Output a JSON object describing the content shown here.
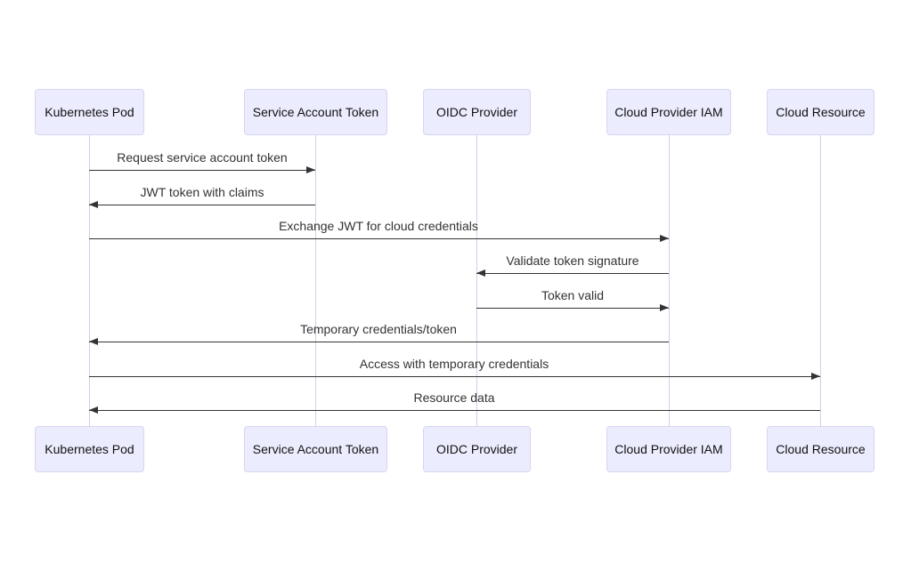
{
  "diagram_type": "sequence-diagram",
  "actors": [
    {
      "id": "kubernetes-pod",
      "label": "Kubernetes Pod"
    },
    {
      "id": "service-account-token",
      "label": "Service Account Token"
    },
    {
      "id": "oidc-provider",
      "label": "OIDC Provider"
    },
    {
      "id": "cloud-provider-iam",
      "label": "Cloud Provider IAM"
    },
    {
      "id": "cloud-resource",
      "label": "Cloud Resource"
    }
  ],
  "messages": [
    {
      "text": "Request service account token",
      "from": "kubernetes-pod",
      "to": "service-account-token",
      "direction": "right",
      "line": "solid"
    },
    {
      "text": "JWT token with claims",
      "from": "service-account-token",
      "to": "kubernetes-pod",
      "direction": "left",
      "line": "solid"
    },
    {
      "text": "Exchange JWT for cloud credentials",
      "from": "kubernetes-pod",
      "to": "cloud-provider-iam",
      "direction": "right",
      "line": "solid"
    },
    {
      "text": "Validate token signature",
      "from": "cloud-provider-iam",
      "to": "oidc-provider",
      "direction": "left",
      "line": "solid"
    },
    {
      "text": "Token valid",
      "from": "oidc-provider",
      "to": "cloud-provider-iam",
      "direction": "right",
      "line": "solid"
    },
    {
      "text": "Temporary credentials/token",
      "from": "cloud-provider-iam",
      "to": "kubernetes-pod",
      "direction": "left",
      "line": "solid"
    },
    {
      "text": "Access with temporary credentials",
      "from": "kubernetes-pod",
      "to": "cloud-resource",
      "direction": "right",
      "line": "solid"
    },
    {
      "text": "Resource data",
      "from": "cloud-resource",
      "to": "kubernetes-pod",
      "direction": "left",
      "line": "solid"
    }
  ],
  "colors": {
    "actor_fill": "#ECECFF",
    "actor_border": "#D8D4F2",
    "lifeline": "#D0D0E8",
    "arrow": "#333333",
    "message_text": "#333333",
    "actor_text": "#111111",
    "background": "#FFFFFF"
  }
}
